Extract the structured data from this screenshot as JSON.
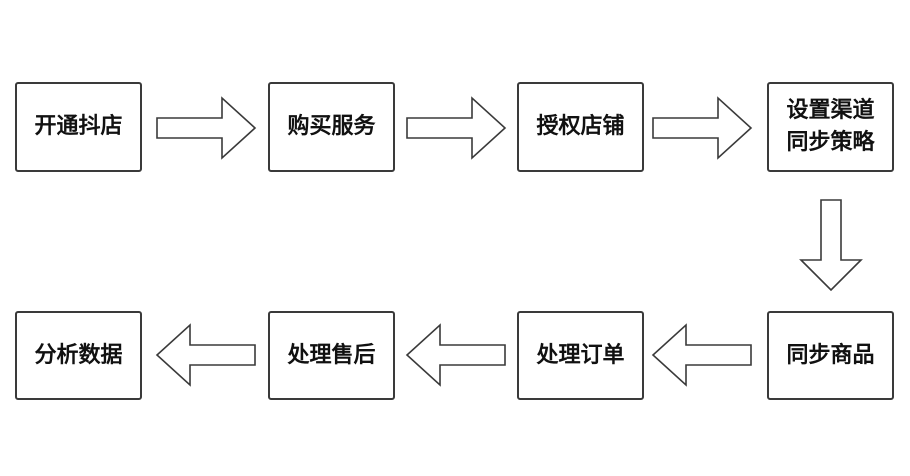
{
  "flow": {
    "steps": [
      {
        "label": "开通抖店"
      },
      {
        "label": "购买服务"
      },
      {
        "label": "授权店铺"
      },
      {
        "line1": "设置渠道",
        "line2": "同步策略"
      },
      {
        "label": "同步商品"
      },
      {
        "label": "处理订单"
      },
      {
        "label": "处理售后"
      },
      {
        "label": "分析数据"
      }
    ]
  }
}
